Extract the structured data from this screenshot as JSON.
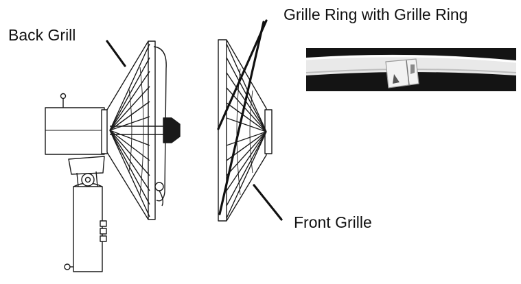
{
  "labels": {
    "back_grill": "Back Grill",
    "grille_ring": "Grille Ring with Grille Ring",
    "front_grille": "Front Grille"
  },
  "colors": {
    "line": "#1a1a1a",
    "label": "#111111",
    "photo_background": "#141414",
    "ring": "#e9e9e9"
  },
  "icons": {
    "fan_side_view": "fan-assembly-icon",
    "front_grille": "front-grille-icon",
    "grille_ring_clip_photo": "grille-ring-clip-photo"
  }
}
